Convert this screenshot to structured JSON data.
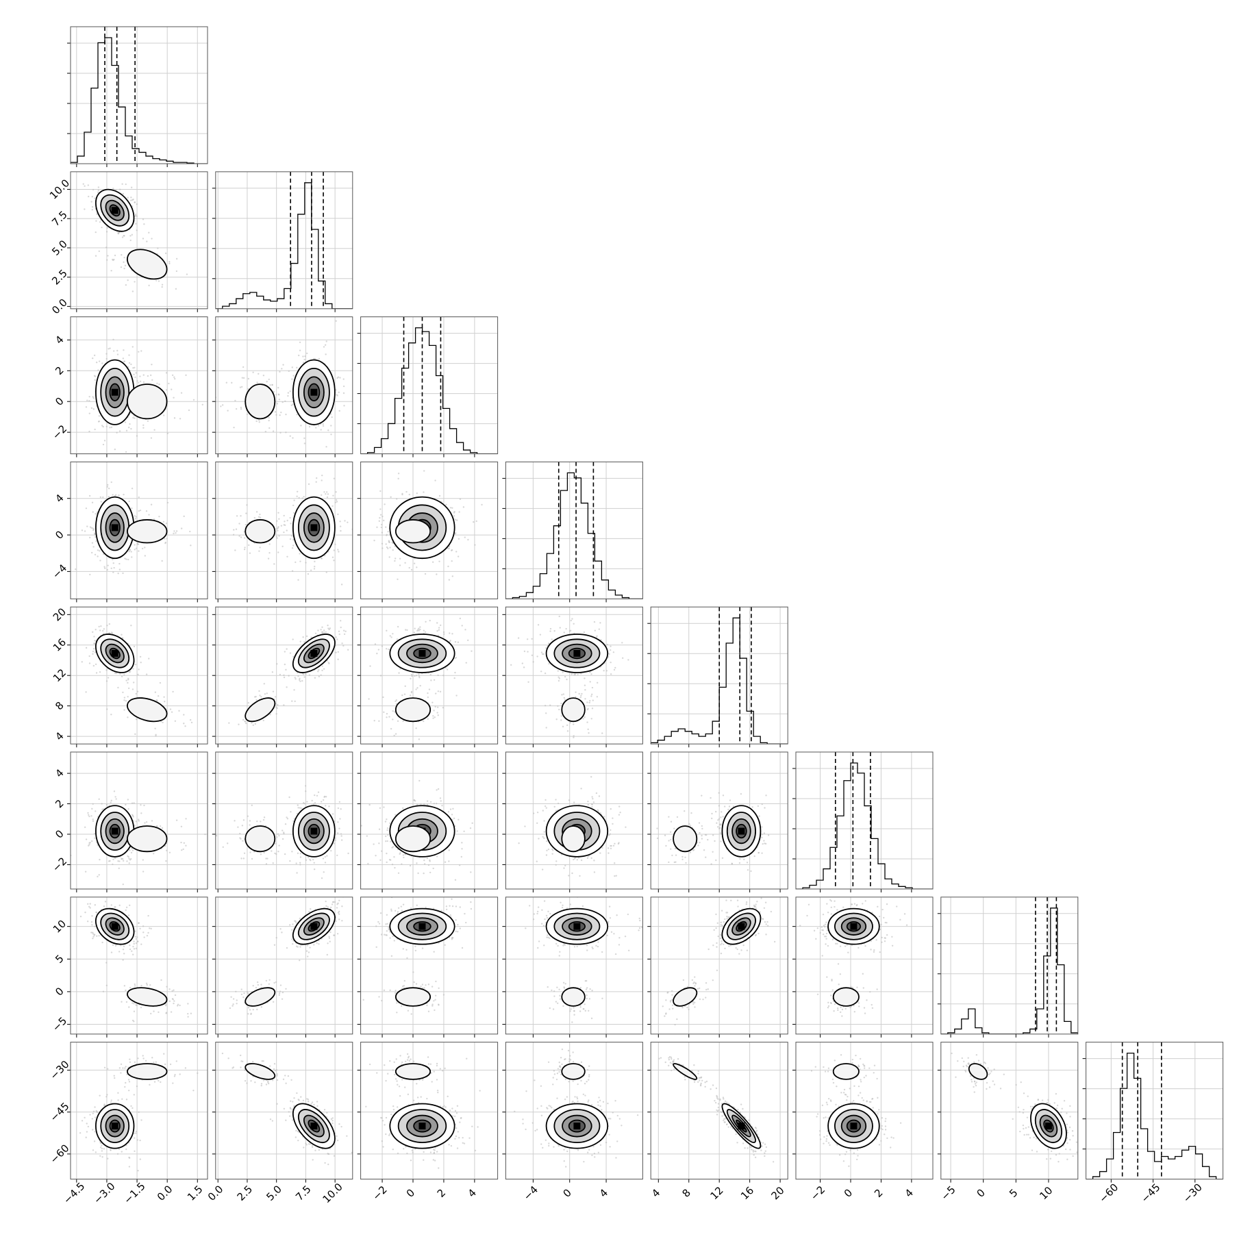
{
  "chart_data": {
    "type": "corner",
    "title": "",
    "grid": true,
    "quantiles_marked": [
      0.16,
      0.5,
      0.84
    ],
    "parameters": [
      {
        "index": 0,
        "axis_label": "",
        "range": [
          -4.8,
          2.0
        ],
        "ticks": [
          -4.5,
          -3.0,
          -1.5,
          0.0,
          1.5
        ],
        "tick_labels": [
          "−4.5",
          "−3.0",
          "−1.5",
          "0.0",
          "1.5"
        ],
        "quantile_lines": [
          -3.1,
          -2.5,
          -1.6
        ],
        "histogram": [
          0.01,
          0.06,
          0.25,
          0.6,
          0.96,
          1.0,
          0.78,
          0.45,
          0.22,
          0.12,
          0.09,
          0.06,
          0.04,
          0.03,
          0.02,
          0.01,
          0.01,
          0.005,
          0.0,
          0.0
        ]
      },
      {
        "index": 1,
        "axis_label": "",
        "range": [
          -0.2,
          11.5
        ],
        "ticks": [
          0.0,
          2.5,
          5.0,
          7.5,
          10.0
        ],
        "tick_labels": [
          "0.0",
          "2.5",
          "5.0",
          "7.5",
          "10.0"
        ],
        "quantile_lines": [
          6.2,
          8.0,
          9.0
        ],
        "histogram": [
          0.0,
          0.02,
          0.04,
          0.08,
          0.12,
          0.13,
          0.1,
          0.07,
          0.06,
          0.08,
          0.16,
          0.36,
          0.75,
          1.0,
          0.63,
          0.22,
          0.04,
          0.0,
          0.0,
          0.0
        ]
      },
      {
        "index": 2,
        "axis_label": "",
        "range": [
          -3.4,
          5.5
        ],
        "ticks": [
          -2,
          0,
          2,
          4
        ],
        "tick_labels": [
          "−2",
          "0",
          "2",
          "4"
        ],
        "quantile_lines": [
          -0.6,
          0.6,
          1.8
        ],
        "histogram": [
          0.0,
          0.01,
          0.05,
          0.12,
          0.24,
          0.44,
          0.68,
          0.88,
          1.0,
          0.97,
          0.86,
          0.62,
          0.36,
          0.2,
          0.09,
          0.03,
          0.01,
          0.0,
          0.0,
          0.0
        ]
      },
      {
        "index": 3,
        "axis_label": "",
        "range": [
          -7.0,
          8.0
        ],
        "ticks": [
          -4,
          0,
          4
        ],
        "tick_labels": [
          "−4",
          "0",
          "4"
        ],
        "quantile_lines": [
          -1.2,
          0.7,
          2.6
        ],
        "histogram": [
          0.0,
          0.01,
          0.02,
          0.05,
          0.1,
          0.2,
          0.36,
          0.58,
          0.86,
          1.0,
          0.96,
          0.76,
          0.52,
          0.3,
          0.15,
          0.07,
          0.03,
          0.01,
          0.0,
          0.0
        ]
      },
      {
        "index": 4,
        "axis_label": "",
        "range": [
          3.0,
          21.0
        ],
        "ticks": [
          4,
          8,
          12,
          16,
          20
        ],
        "tick_labels": [
          "4",
          "8",
          "12",
          "16",
          "20"
        ],
        "quantile_lines": [
          12.0,
          14.7,
          16.2
        ],
        "histogram": [
          0.01,
          0.03,
          0.06,
          0.1,
          0.12,
          0.1,
          0.08,
          0.06,
          0.08,
          0.18,
          0.45,
          0.8,
          1.0,
          0.68,
          0.26,
          0.06,
          0.01,
          0.0,
          0.0,
          0.0
        ]
      },
      {
        "index": 5,
        "axis_label": "",
        "range": [
          -3.6,
          5.4
        ],
        "ticks": [
          -2,
          0,
          2,
          4
        ],
        "tick_labels": [
          "−2",
          "0",
          "2",
          "4"
        ],
        "quantile_lines": [
          -1.0,
          0.15,
          1.3
        ],
        "histogram": [
          0.0,
          0.01,
          0.03,
          0.07,
          0.16,
          0.33,
          0.58,
          0.86,
          1.0,
          0.92,
          0.66,
          0.4,
          0.2,
          0.08,
          0.04,
          0.02,
          0.01,
          0.0,
          0.0,
          0.0
        ]
      },
      {
        "index": 6,
        "axis_label": "",
        "range": [
          -6.5,
          14.5
        ],
        "ticks": [
          -5,
          0,
          5,
          10
        ],
        "tick_labels": [
          "−5",
          "0",
          "5",
          "10"
        ],
        "quantile_lines": [
          8.0,
          9.8,
          11.2
        ],
        "histogram": [
          0.0,
          0.01,
          0.04,
          0.12,
          0.2,
          0.05,
          0.01,
          0.0,
          0.0,
          0.0,
          0.0,
          0.0,
          0.01,
          0.04,
          0.2,
          0.62,
          1.0,
          0.55,
          0.1,
          0.01
        ]
      },
      {
        "index": 7,
        "axis_label": "",
        "range": [
          -69.0,
          -20.0
        ],
        "ticks": [
          -60,
          -45,
          -30
        ],
        "tick_labels": [
          "−60",
          "−45",
          "−30"
        ],
        "quantile_lines": [
          -56.0,
          -50.5,
          -42.0
        ],
        "histogram": [
          0.0,
          0.02,
          0.06,
          0.16,
          0.37,
          0.72,
          1.0,
          0.8,
          0.4,
          0.22,
          0.14,
          0.18,
          0.16,
          0.18,
          0.23,
          0.26,
          0.2,
          0.1,
          0.02,
          0.0
        ]
      }
    ],
    "y_ticks_diagonal_unlabeled": true,
    "modes": [
      {
        "weight": 0.85,
        "means": [
          -2.6,
          8.2,
          0.6,
          0.8,
          14.9,
          0.2,
          10.0,
          -50.0
        ],
        "sds": [
          0.45,
          0.85,
          1.0,
          1.6,
          1.2,
          0.8,
          1.3,
          3.8
        ]
      },
      {
        "weight": 0.15,
        "means": [
          -1.0,
          3.6,
          0.0,
          0.4,
          7.5,
          -0.3,
          -0.8,
          -30.5
        ],
        "sds": [
          0.7,
          0.9,
          0.8,
          0.9,
          1.1,
          0.6,
          1.0,
          2.0
        ]
      }
    ],
    "pair_correlations": [
      {
        "pair": [
          1,
          0
        ],
        "rho": -0.35
      },
      {
        "pair": [
          4,
          0
        ],
        "rho": -0.35
      },
      {
        "pair": [
          4,
          1
        ],
        "rho": 0.55
      },
      {
        "pair": [
          6,
          0
        ],
        "rho": -0.3
      },
      {
        "pair": [
          6,
          1
        ],
        "rho": 0.5
      },
      {
        "pair": [
          6,
          4
        ],
        "rho": 0.45
      },
      {
        "pair": [
          7,
          1
        ],
        "rho": -0.55
      },
      {
        "pair": [
          7,
          4
        ],
        "rho": -0.88
      },
      {
        "pair": [
          7,
          6
        ],
        "rho": -0.35
      }
    ]
  }
}
